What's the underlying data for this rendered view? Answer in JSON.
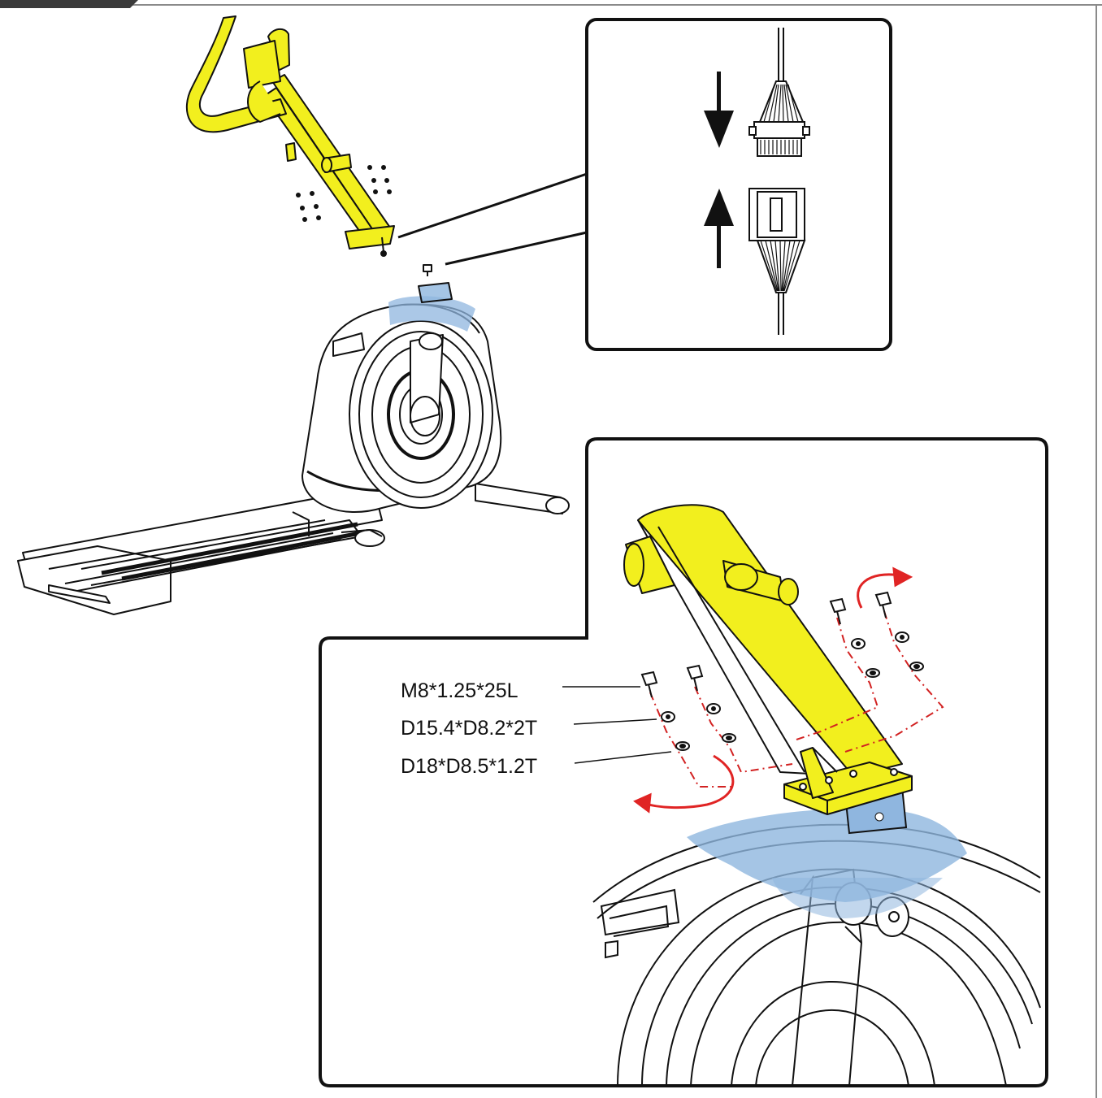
{
  "diagram": {
    "labels": {
      "bolt": "M8*1.25*25L",
      "spring_washer": "D15.4*D8.2*2T",
      "flat_washer": "D18*D8.5*1.2T"
    },
    "colors": {
      "part_highlight": "#f2ef1e",
      "mount_highlight": "#8fb6df",
      "line": "#111111",
      "guide_line": "#d22222",
      "arrow": "#e02424",
      "page_tab": "#3a3a3a"
    },
    "icons": [
      "arrow-down-icon",
      "arrow-up-icon",
      "connector-plug-icon",
      "connector-socket-icon",
      "rotate-arrow-icon"
    ]
  }
}
